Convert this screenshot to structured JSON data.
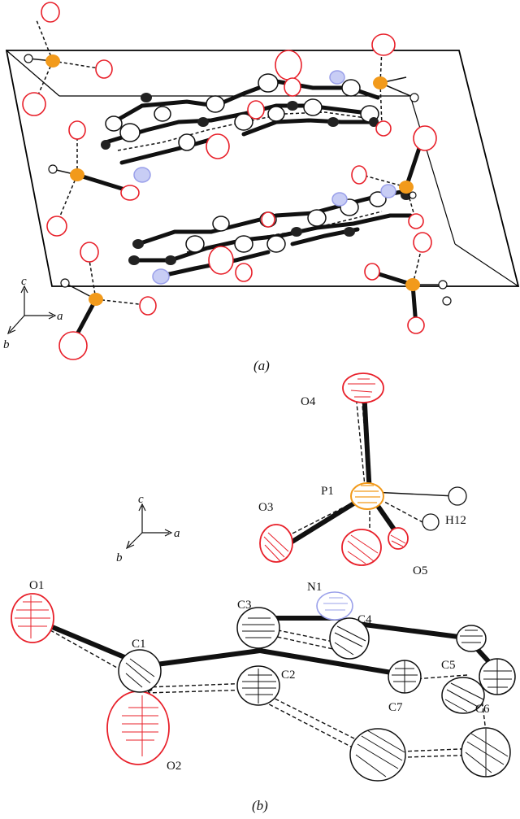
{
  "panel_a": {
    "caption": "(a)",
    "axes": {
      "c": "c",
      "a": "a",
      "b": "b"
    }
  },
  "panel_b": {
    "caption": "(b)",
    "axes": {
      "c": "c",
      "a": "a",
      "b": "b"
    },
    "atom_labels": {
      "O4": "O4",
      "P1": "P1",
      "O3": "O3",
      "H12": "H12",
      "O5": "O5",
      "N1": "N1",
      "O1": "O1",
      "C3": "C3",
      "C4": "C4",
      "C1": "C1",
      "C2": "C2",
      "C5": "C5",
      "C7": "C7",
      "C6": "C6",
      "O2": "O2"
    }
  },
  "colors": {
    "oxygen": "#e8202a",
    "phosphorus": "#f29a1b",
    "nitrogen": "#9aa0ea",
    "carbon": "#222222",
    "hydrogen": "#ffffff",
    "bond": "#111111"
  }
}
